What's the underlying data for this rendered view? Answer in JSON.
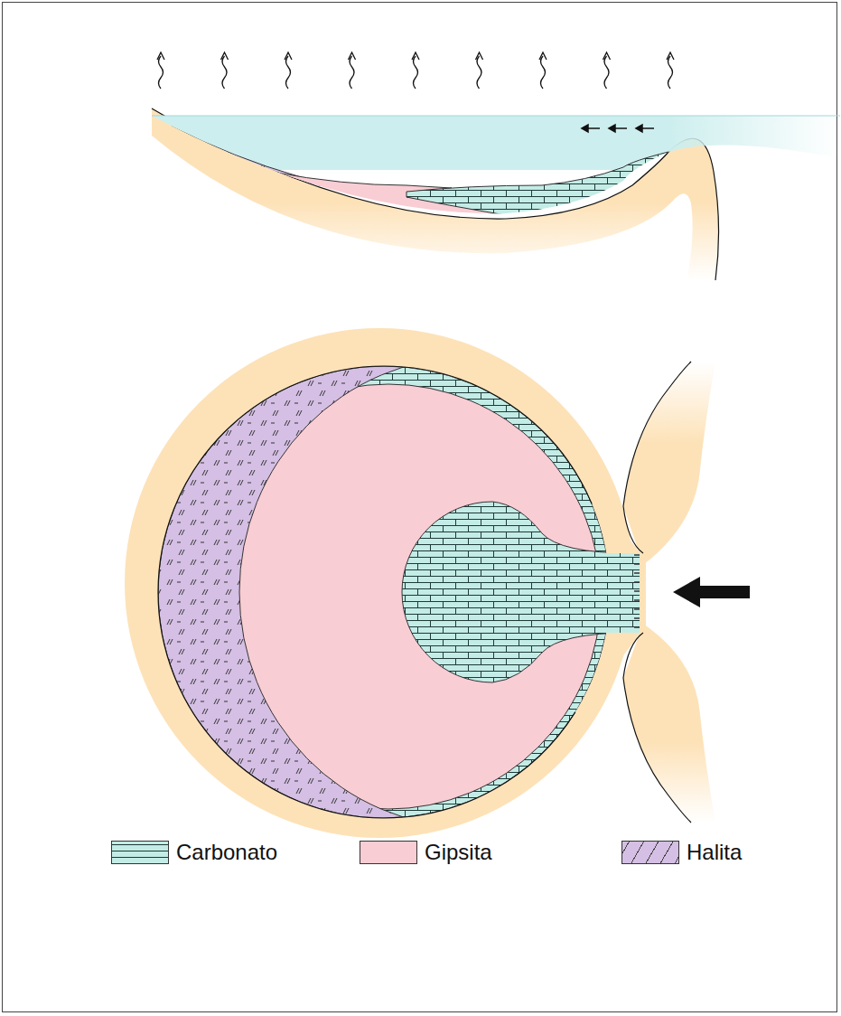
{
  "diagram": {
    "legend": [
      {
        "text": "Carbonato",
        "color": "#c4ece6"
      },
      {
        "text": "Gipsita",
        "color": "#f9cdd4"
      },
      {
        "text": "Halita",
        "color": "#d5bfe4"
      }
    ]
  }
}
